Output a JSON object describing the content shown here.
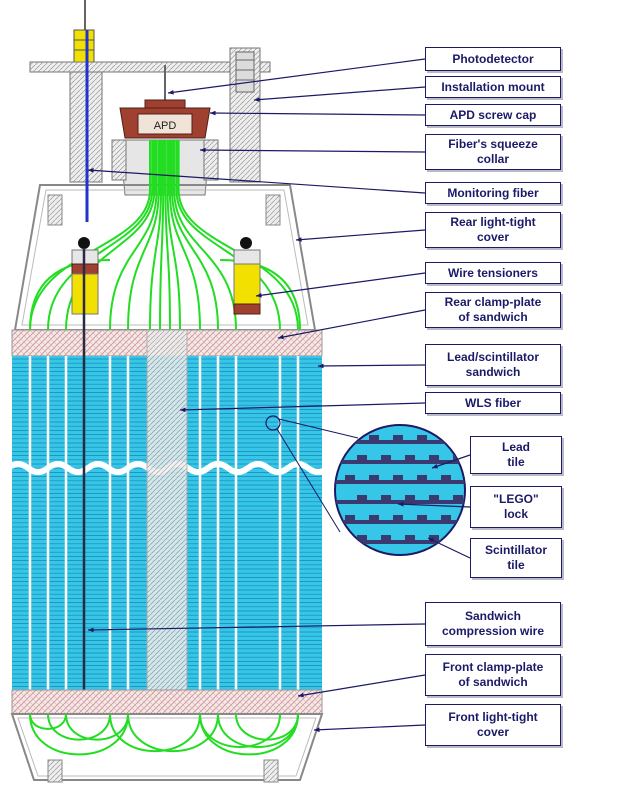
{
  "diagram": {
    "apd_text": "APD",
    "labels": [
      {
        "id": "photodetector",
        "text": "Photodetector"
      },
      {
        "id": "installation-mount",
        "text": "Installation mount"
      },
      {
        "id": "apd-screw-cap",
        "text": "APD screw cap"
      },
      {
        "id": "fiber-squeeze-collar",
        "text": "Fiber's squeeze\ncollar"
      },
      {
        "id": "monitoring-fiber",
        "text": "Monitoring fiber"
      },
      {
        "id": "rear-light-tight-cover",
        "text": "Rear light-tight\ncover"
      },
      {
        "id": "wire-tensioners",
        "text": "Wire tensioners"
      },
      {
        "id": "rear-clamp-plate",
        "text": "Rear clamp-plate\nof sandwich"
      },
      {
        "id": "lead-scintillator-sandwich",
        "text": "Lead/scintillator\nsandwich"
      },
      {
        "id": "wls-fiber",
        "text": "WLS fiber"
      },
      {
        "id": "lead-tile",
        "text": "Lead\ntile"
      },
      {
        "id": "lego-lock",
        "text": "\"LEGO\"\nlock"
      },
      {
        "id": "scintillator-tile",
        "text": "Scintillator\ntile"
      },
      {
        "id": "sandwich-compression-wire",
        "text": "Sandwich\ncompression wire"
      },
      {
        "id": "front-clamp-plate",
        "text": "Front clamp-plate\nof sandwich"
      },
      {
        "id": "front-light-tight-cover",
        "text": "Front light-tight\ncover"
      }
    ],
    "colors": {
      "scintillator": "#36c6e8",
      "fiber": "#22dd22",
      "label_border": "#1a1a66",
      "tensioner": "#f2e000",
      "apd_body": "#a04030",
      "monitoring_fiber": "#2233cc"
    }
  }
}
